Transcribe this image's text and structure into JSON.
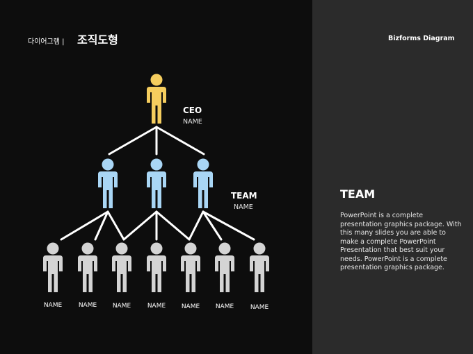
{
  "header": {
    "subtitle": "다이어그램 |",
    "title": "조직도형",
    "brand": "Bizforms Diagram"
  },
  "chart": {
    "ceo": {
      "title": "CEO",
      "sub": "NAME"
    },
    "team": {
      "title": "TEAM",
      "sub": "NAME"
    },
    "member_labels": [
      "NAME",
      "NAME",
      "NAME",
      "NAME",
      "NAME",
      "NAME",
      "NAME"
    ]
  },
  "colors": {
    "ceo": "#f5cd5e",
    "team": "#a9d6f5",
    "member": "#d4d4d4",
    "lines": "#ffffff"
  },
  "sidebar": {
    "title": "TEAM",
    "body": "PowerPoint is a complete presentation graphics package. With this many slides you are able to make a complete PowerPoint Presentation that best suit your needs. PowerPoint is a complete presentation graphics package."
  }
}
